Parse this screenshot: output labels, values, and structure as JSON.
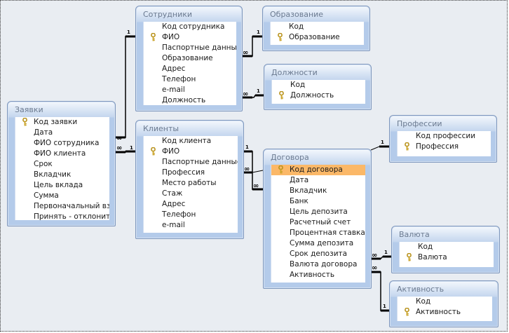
{
  "diagram": {
    "type": "relationship-schema",
    "tables": {
      "sotrudniki": {
        "title": "Сотрудники",
        "fields": [
          "Код сотрудника",
          "ФИО",
          "Паспортные данные",
          "Образование",
          "Адрес",
          "Телефон",
          "e-mail",
          "Должность"
        ],
        "key_field": 1
      },
      "obrazovanie": {
        "title": "Образование",
        "fields": [
          "Код",
          "Образование"
        ],
        "key_field": 1
      },
      "dolzhnosti": {
        "title": "Должности",
        "fields": [
          "Код",
          "Должность"
        ],
        "key_field": 1
      },
      "zayavki": {
        "title": "Заявки",
        "fields": [
          "Код заявки",
          "Дата",
          "ФИО сотрудника",
          "ФИО клиента",
          "Срок",
          "Вкладчик",
          "Цель вклада",
          "Сумма",
          "Первоначальный взно",
          "Принять - отклонить"
        ],
        "key_field": 0
      },
      "klienty": {
        "title": "Клиенты",
        "fields": [
          "Код клиента",
          "ФИО",
          "Паспортные данные",
          "Профессия",
          "Место работы",
          "Стаж",
          "Адрес",
          "Телефон",
          "e-mail"
        ],
        "key_field": 1
      },
      "dogovora": {
        "title": "Договора",
        "fields": [
          "Код договора",
          "Дата",
          "Вкладчик",
          "Банк",
          "Цель депозита",
          "Расчетный счет",
          "Процентная ставка",
          "Сумма депозита",
          "Срок депозита",
          "Валюта договора",
          "Активность"
        ],
        "key_field": 0,
        "selected_field": 0
      },
      "professii": {
        "title": "Профессии",
        "fields": [
          "Код профессии",
          "Профессия"
        ],
        "key_field": 1
      },
      "valyuta": {
        "title": "Валюта",
        "fields": [
          "Код",
          "Валюта"
        ],
        "key_field": 1
      },
      "aktivnost": {
        "title": "Активность",
        "fields": [
          "Код",
          "Активность"
        ],
        "key_field": 1
      }
    },
    "relationships": [
      {
        "from": "Сотрудники",
        "to": "Заявки",
        "one": "1",
        "many": "∞"
      },
      {
        "from": "Образование",
        "to": "Сотрудники",
        "one": "1",
        "many": "∞"
      },
      {
        "from": "Должности",
        "to": "Сотрудники",
        "one": "1",
        "many": "∞"
      },
      {
        "from": "Клиенты",
        "to": "Заявки",
        "one": "1",
        "many": "∞"
      },
      {
        "from": "Клиенты",
        "to": "Договора",
        "one": "1",
        "many": "∞"
      },
      {
        "from": "Профессии",
        "to": "Клиенты",
        "one": "1",
        "many": "∞"
      },
      {
        "from": "Валюта",
        "to": "Договора",
        "one": "1",
        "many": "∞"
      },
      {
        "from": "Активность",
        "to": "Договора",
        "one": "1",
        "many": "∞"
      }
    ],
    "labels": {
      "one": "1",
      "many": "∞"
    },
    "colors": {
      "selected_row": "#fbb868",
      "key_icon": "#c9a227",
      "line": "#000000"
    }
  }
}
